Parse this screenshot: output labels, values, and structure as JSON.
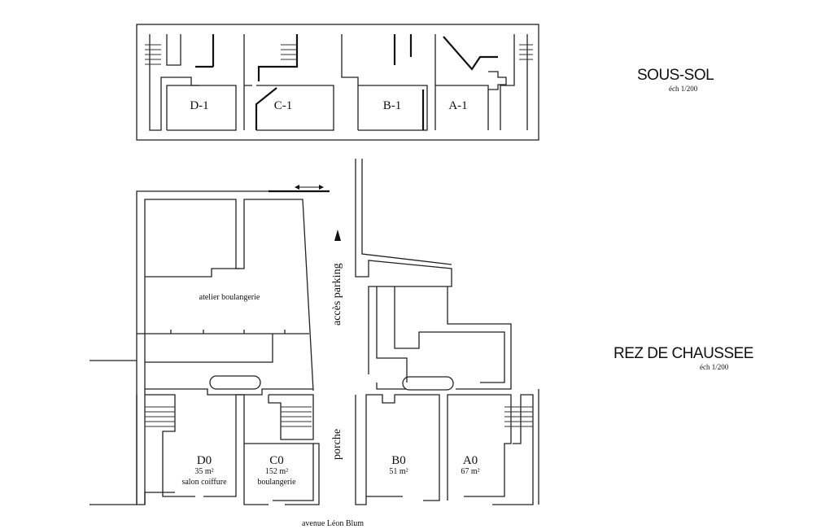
{
  "basement": {
    "title": "SOUS-SOL",
    "scale": "éch 1/200",
    "rooms": [
      "D-1",
      "C-1",
      "B-1",
      "A-1"
    ]
  },
  "ground_floor": {
    "title": "REZ DE CHAUSSEE",
    "scale": "éch 1/200",
    "workshop": "atelier boulangerie",
    "parking_access": "accès parking",
    "porch": "porche",
    "street": "avenue Léon Blum",
    "units": [
      {
        "name": "D0",
        "area": "35 m²",
        "use": "salon coiffure"
      },
      {
        "name": "C0",
        "area": "152 m²",
        "use": "boulangerie"
      },
      {
        "name": "B0",
        "area": "51 m²",
        "use": ""
      },
      {
        "name": "A0",
        "area": "67 m²",
        "use": ""
      }
    ]
  }
}
